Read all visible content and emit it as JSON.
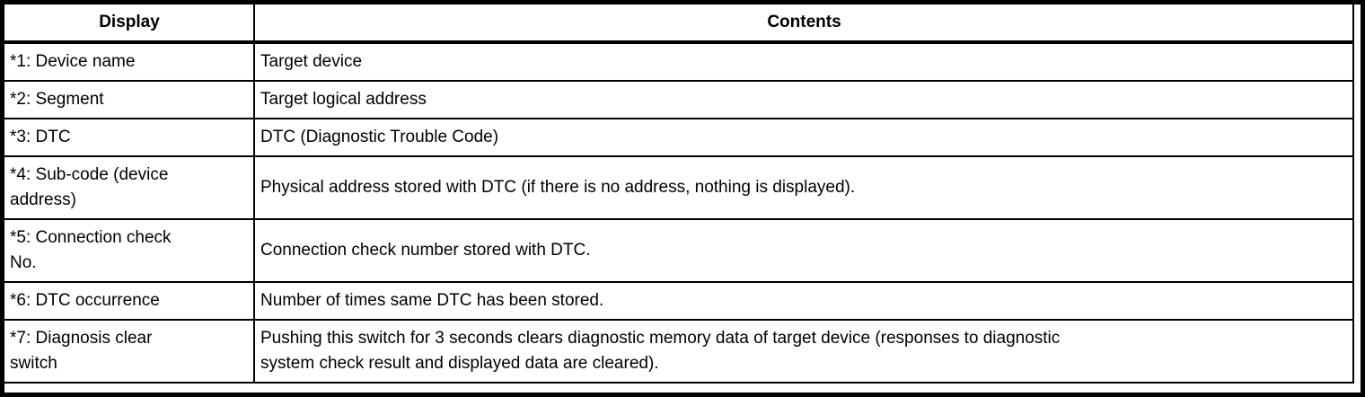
{
  "table": {
    "headers": {
      "display": "Display",
      "contents": "Contents"
    },
    "rows": [
      {
        "display": "*1: Device name",
        "contents": "Target device"
      },
      {
        "display": "*2: Segment",
        "contents": "Target logical address"
      },
      {
        "display": "*3: DTC",
        "contents": "DTC (Diagnostic Trouble Code)"
      },
      {
        "display": "*4: Sub-code (device\naddress)",
        "contents": "Physical address stored with DTC (if there is no address, nothing is displayed)."
      },
      {
        "display": "*5: Connection check\nNo.",
        "contents": "Connection check number stored with DTC."
      },
      {
        "display": "*6: DTC occurrence",
        "contents": "Number of times same DTC has been stored."
      },
      {
        "display": "*7: Diagnosis clear\nswitch",
        "contents": "Pushing this switch for 3 seconds clears diagnostic memory data of target device (responses to diagnostic\nsystem check result and displayed data are cleared)."
      }
    ],
    "colors": {
      "border": "#000000",
      "text": "#000000",
      "background": "#ffffff"
    }
  }
}
